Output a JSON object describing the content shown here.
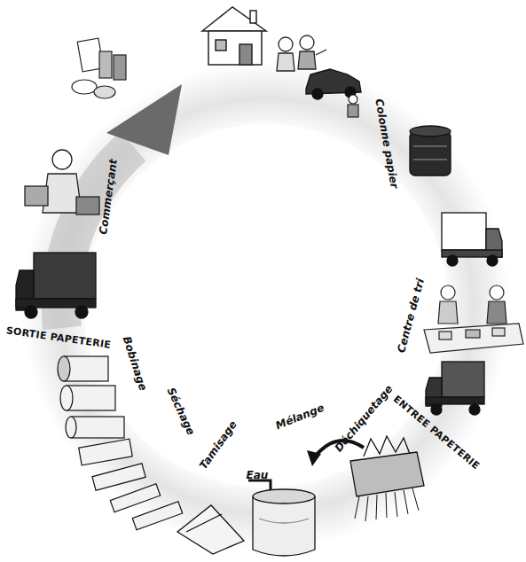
{
  "diagram": {
    "labels": [
      "Colonne papier",
      "Centre de tri",
      "ENTREE PAPETERIE",
      "Déchiquetage",
      "Mélange",
      "Eau",
      "Tamisage",
      "Séchage",
      "Bobinage",
      "SORTIE PAPETERIE",
      "Commerçant"
    ]
  }
}
